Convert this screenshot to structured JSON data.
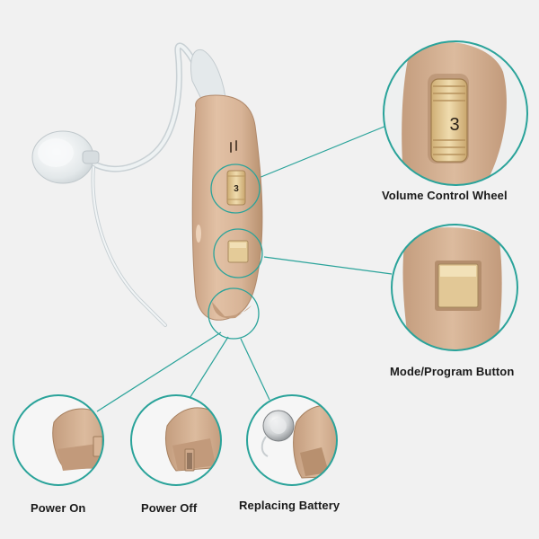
{
  "colors": {
    "background": "#f1f1f1",
    "accent": "#2aa39a",
    "device_body": "#d9b497",
    "device_shadow": "#b58e71",
    "control": "#e8cf9a",
    "tube": "#dde3e6"
  },
  "labels": {
    "volume_control_wheel": "Volume Control Wheel",
    "mode_program_button": "Mode/Program Button",
    "power_on": "Power On",
    "power_off": "Power Off",
    "replacing_battery": "Replacing Battery"
  },
  "wheel_number": "3"
}
